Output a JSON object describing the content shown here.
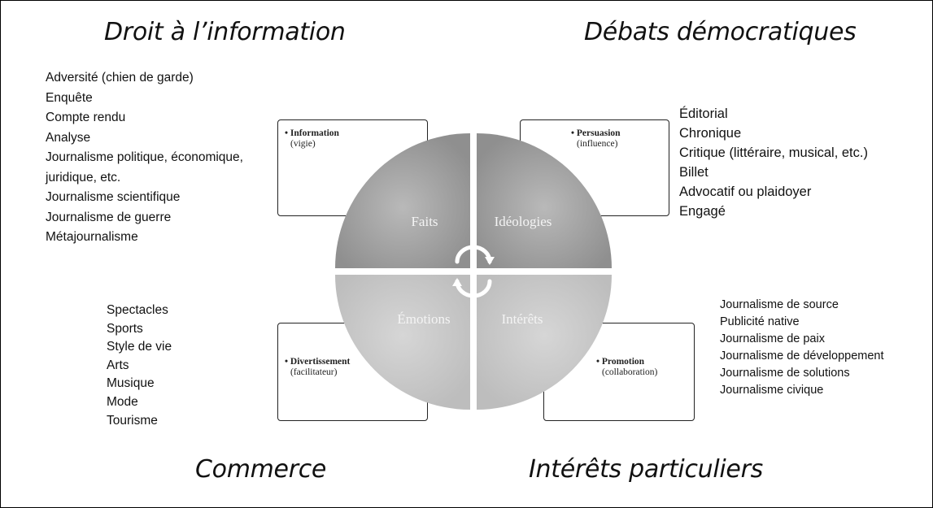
{
  "quadrants": {
    "top_left": {
      "title": "Droit à l’information",
      "box_title": "• Information",
      "box_subtitle": "(vigie)",
      "wheel_label": "Faits",
      "items": [
        "Adversité (chien de garde)",
        "Enquête",
        "Compte rendu",
        "Analyse",
        "Journalisme politique, économique,",
        "juridique, etc.",
        "Journalisme scientifique",
        "Journalisme de guerre",
        "Métajournalisme"
      ]
    },
    "top_right": {
      "title": "Débats démocratiques",
      "box_title": "• Persuasion",
      "box_subtitle": "(influence)",
      "wheel_label": "Idéologies",
      "items": [
        "Éditorial",
        "Chronique",
        "Critique (littéraire, musical, etc.)",
        "Billet",
        "Advocatif ou plaidoyer",
        "Engagé"
      ]
    },
    "bottom_left": {
      "title": "Commerce",
      "box_title": "• Divertissement",
      "box_subtitle": "(facilitateur)",
      "wheel_label": "Émotions",
      "items": [
        "Spectacles",
        "Sports",
        "Style de vie",
        "Arts",
        "Musique",
        "Mode",
        "Tourisme"
      ]
    },
    "bottom_right": {
      "title": "Intérêts particuliers",
      "box_title": "• Promotion",
      "box_subtitle": "(collaboration)",
      "wheel_label": "Intérêts",
      "items": [
        "Journalisme de source",
        "Publicité native",
        "Journalisme de paix",
        "Journalisme de développement",
        "Journalisme de solutions",
        "Journalisme civique"
      ]
    }
  },
  "colors": {
    "top_fill": "#8f8f8f",
    "top_fill_light": "#b9b9b9",
    "bottom_fill": "#bdbdbd",
    "bottom_fill_light": "#d6d6d6"
  }
}
